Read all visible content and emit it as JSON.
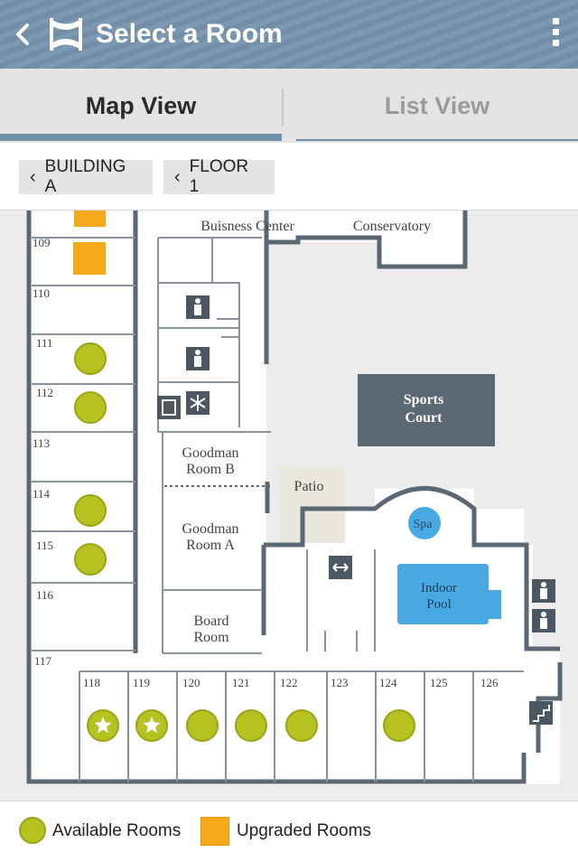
{
  "app_bar": {
    "title": "Select a Room",
    "back_icon": "chevron-left-icon",
    "logo_icon": "hotel-logo-icon",
    "menu_icon": "overflow-menu-icon",
    "color": "#7593ad"
  },
  "tabs": [
    {
      "label": "Map View",
      "active": true
    },
    {
      "label": "List View",
      "active": false
    }
  ],
  "breadcrumbs": [
    {
      "label": "BUILDING A"
    },
    {
      "label": "FLOOR 1"
    }
  ],
  "map": {
    "left_rooms": [
      "109",
      "110",
      "111",
      "112",
      "113",
      "114",
      "115",
      "116",
      "117"
    ],
    "bottom_rooms": [
      "118",
      "119",
      "120",
      "121",
      "122",
      "123",
      "124",
      "125",
      "126"
    ],
    "areas": {
      "business_center": "Buisness Center",
      "conservatory": "Conservatory",
      "sports_court_1": "Sports",
      "sports_court_2": "Court",
      "goodman_b_1": "Goodman",
      "goodman_b_2": "Room B",
      "goodman_a_1": "Goodman",
      "goodman_a_2": "Room A",
      "board_1": "Board",
      "board_2": "Room",
      "patio": "Patio",
      "spa": "Spa",
      "pool_1": "Indoor",
      "pool_2": "Pool"
    },
    "available_rooms": [
      "111",
      "112",
      "114",
      "115",
      "118",
      "119",
      "120",
      "121",
      "122",
      "124"
    ],
    "featured_rooms": [
      "118",
      "119"
    ],
    "upgraded_rooms": [
      "109"
    ],
    "colors": {
      "available": "#b5c220",
      "upgraded": "#f7a81b",
      "pool": "#49a9e3",
      "wall": "#5b6773",
      "court": "#5b6773"
    }
  },
  "legend": {
    "available": "Available Rooms",
    "upgraded": "Upgraded Rooms"
  }
}
